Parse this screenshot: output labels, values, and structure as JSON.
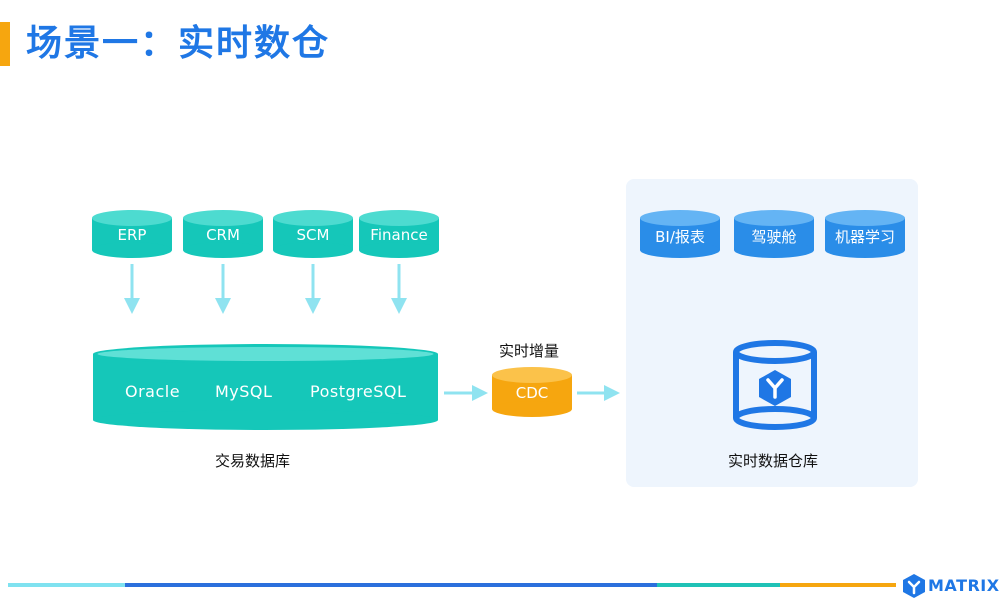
{
  "title": "场景一：实时数仓",
  "sources": [
    "ERP",
    "CRM",
    "SCM",
    "Finance"
  ],
  "database": {
    "engines": [
      "Oracle",
      "MySQL",
      "PostgreSQL"
    ],
    "label": "交易数据库"
  },
  "cdc": {
    "top_label": "实时增量",
    "label": "CDC"
  },
  "warehouse": {
    "outputs": [
      "BI/报表",
      "驾驶舱",
      "机器学习"
    ],
    "label": "实时数据仓库"
  },
  "brand": {
    "name": "MATRIX"
  },
  "colors": {
    "teal": "#15c7b9",
    "teal_light": "#4ddbd0",
    "blue": "#2a8de8",
    "blue_light": "#64b4f4",
    "orange": "#f6a60f",
    "orange_light": "#fbc24a",
    "arrow": "#8fe3f0",
    "panel": "#eef5fd",
    "title": "#1f77e5"
  }
}
